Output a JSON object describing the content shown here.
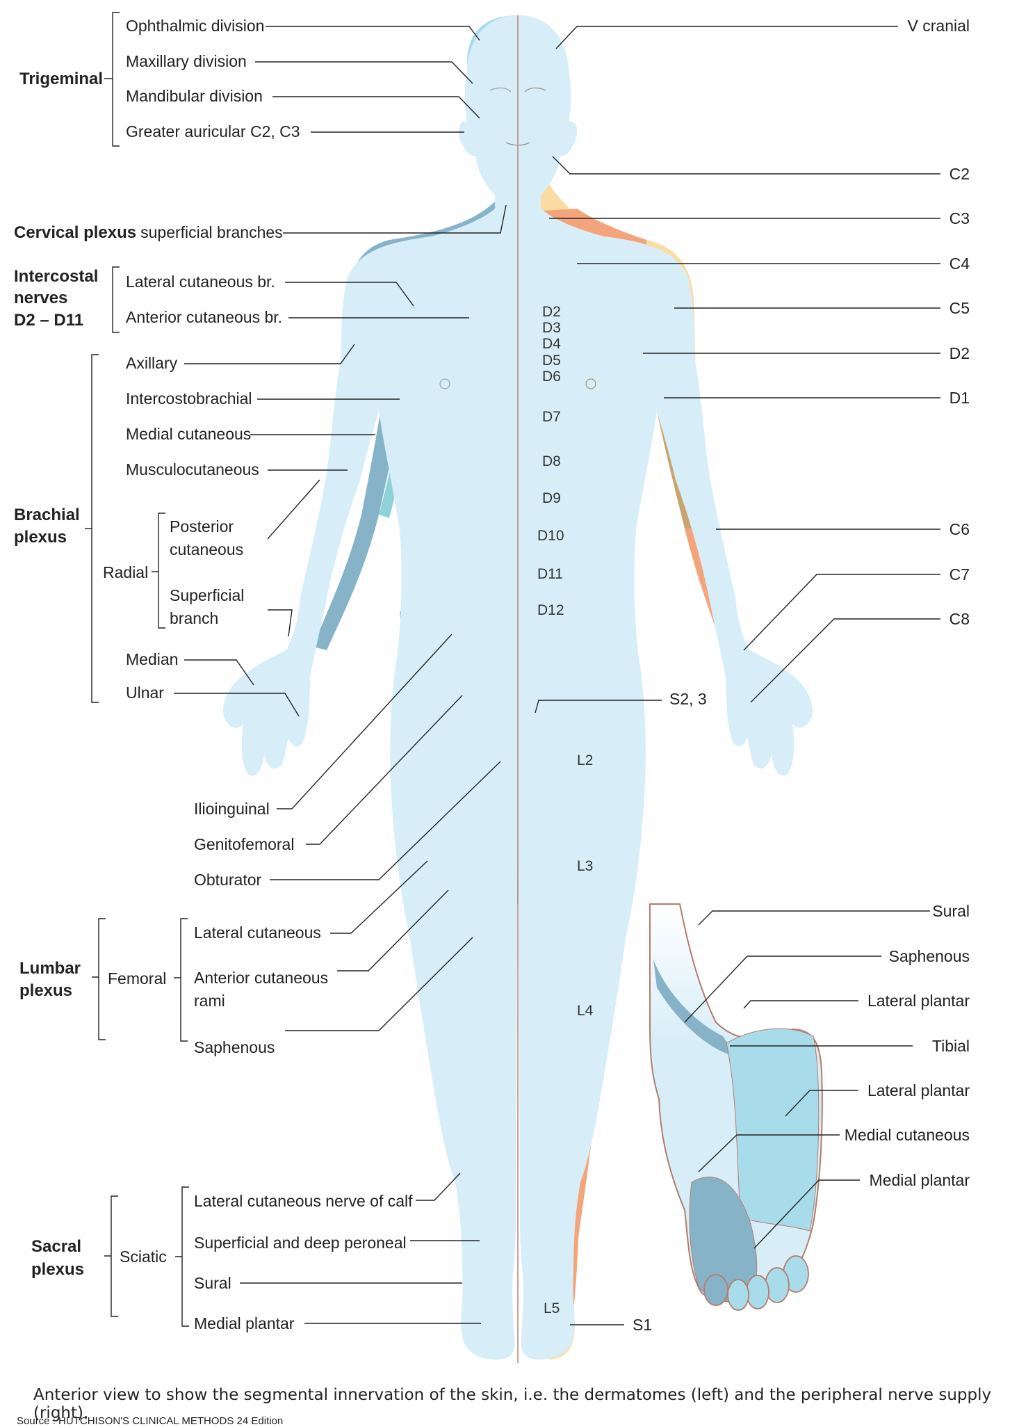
{
  "left_labels": {
    "trigeminal": "Trigeminal",
    "ophthalmic": "Ophthalmic division",
    "maxillary": "Maxillary division",
    "mandibular": "Mandibular division",
    "greater_auricular": "Greater auricular C2, C3",
    "cervical_plexus_bold": "Cervical plexus",
    "cervical_plexus_rest": "superficial branches",
    "intercostal_line1": "Intercostal",
    "intercostal_line2": "nerves",
    "intercostal_line3": "D2 – D11",
    "lateral_cutaneous_br": "Lateral cutaneous br.",
    "anterior_cutaneous_br": "Anterior cutaneous br.",
    "axillary": "Axillary",
    "intercostobrachial": "Intercostobrachial",
    "medial_cutaneous": "Medial cutaneous",
    "musculocutaneous": "Musculocutaneous",
    "brachial_line1": "Brachial",
    "brachial_line2": "plexus",
    "radial": "Radial",
    "posterior_line1": "Posterior",
    "posterior_line2": "cutaneous",
    "superficial_line1": "Superficial",
    "superficial_line2": "branch",
    "median": "Median",
    "ulnar": "Ulnar",
    "ilioinguinal": "Ilioinguinal",
    "genitofemoral": "Genitofemoral",
    "obturator": "Obturator",
    "lumbar_line1": "Lumbar",
    "lumbar_line2": "plexus",
    "femoral": "Femoral",
    "lateral_cutaneous": "Lateral cutaneous",
    "anterior_rami_line1": "Anterior cutaneous",
    "anterior_rami_line2": "rami",
    "saphenous": "Saphenous",
    "sacral_line1": "Sacral",
    "sacral_line2": "plexus",
    "sciatic": "Sciatic",
    "lat_cut_calf": "Lateral cutaneous nerve of calf",
    "sup_deep_peroneal": "Superficial and deep peroneal",
    "sural": "Sural",
    "medial_plantar": "Medial plantar"
  },
  "right_labels": {
    "v_cranial": "V cranial",
    "c2": "C2",
    "c3": "C3",
    "c4": "C4",
    "c5": "C5",
    "d2": "D2",
    "d1": "D1",
    "c6": "C6",
    "c7": "C7",
    "c8": "C8",
    "s23": "S2, 3",
    "s1": "S1"
  },
  "trunk_segments": {
    "d2": "D2",
    "d3": "D3",
    "d4": "D4",
    "d5": "D5",
    "d6": "D6",
    "d7": "D7",
    "d8": "D8",
    "d9": "D9",
    "d10": "D10",
    "d11": "D11",
    "d12": "D12",
    "l2": "L2",
    "l3": "L3",
    "l4": "L4",
    "l5": "L5"
  },
  "foot_labels": {
    "sural": "Sural",
    "saphenous": "Saphenous",
    "lateral_plantar_1": "Lateral plantar",
    "tibial": "Tibial",
    "lateral_plantar_2": "Lateral plantar",
    "medial_cutaneous": "Medial cutaneous",
    "medial_plantar": "Medial plantar"
  },
  "caption": "Anterior view to show the segmental innervation of the skin, i.e. the dermatomes (left) and the peripheral nerve supply (right).",
  "source": "Source : HUTCHISON'S CLINICAL METHODS 24 Edition",
  "colors": {
    "nerve_light": "#d7eef8",
    "nerve_mid": "#a9dcea",
    "nerve_teal": "#8fd3d8",
    "nerve_dark": "#86b3c8",
    "derm_pink": "#ebc9c9",
    "derm_orange": "#f4a47a",
    "derm_tan": "#c9a46f",
    "derm_cream": "#fbdca2",
    "outline": "#b77b6e"
  }
}
